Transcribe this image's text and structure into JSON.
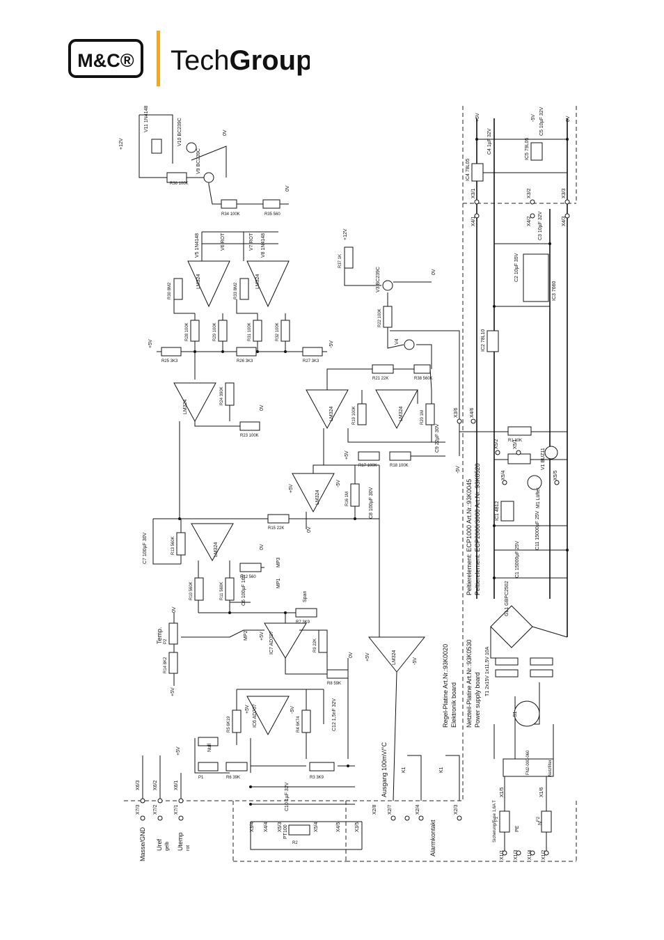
{
  "logo": {
    "brand_mark": "M&C®",
    "tech": "Tech",
    "group": "Group",
    "accent_color": "#f5a623"
  },
  "diagram": {
    "title_block": {
      "line1": "Regel-Platine   Art.Nr.:93K0020",
      "line2": "Elektronik board",
      "line3": "Netzteil-Platine  Art.Nr.:93K0530",
      "line4": "Power supply board",
      "line5": "Peltierelement: ECP1000  Art.Nr.:93K0045",
      "line6": "Peltierelement: ECP2000/3000  Art.Nr.:93K0520"
    },
    "terminals": {
      "masse": "Masse/GND",
      "uref": "Uref",
      "uref_color": "gelb",
      "utemp": "Utemp",
      "utemp_color": "rot",
      "alarm": "Alarmkontakt",
      "ausgang": "Ausgang  100mV/°C",
      "temp": "Temp.",
      "fuse": "Sicherung/Fuse 1,6A T",
      "netzfilter": "Netzfilter",
      "netzfilter_part": "FN2-000-060"
    },
    "connectors": {
      "x7_3": "X7/3",
      "x7_2": "X7/2",
      "x7_1": "X7/1",
      "x6_3": "X6/3",
      "x6_2": "X6/2",
      "x6_1": "X6/1",
      "x3_4": "X3/4",
      "x4_4": "X4/4",
      "x5_3": "X5/3",
      "x5_4": "X5/4",
      "x4_5": "X4/5",
      "x3_5": "X3/5",
      "x2_8": "X2/8",
      "x2_7": "X2/7",
      "x2_4": "X2/4",
      "x2_3": "X2/3",
      "x1_1": "X1/1",
      "x1_3": "X1/3",
      "x1_4": "X1/4",
      "x1_2": "X1/2",
      "x1_5": "X1/5",
      "x1_6": "X1/6",
      "x3_1": "X3/1",
      "x4_1": "X4/1",
      "x3_2": "X3/2",
      "x4_2": "X4/2",
      "x3_3": "X3/3",
      "x4_3": "X4/3",
      "x3_6": "X3/6",
      "x4_6": "X4/6",
      "x5_1": "X5/1",
      "x5_2": "X5/2",
      "x5_4b": "X5/4",
      "x5_5": "X5/5"
    },
    "components": {
      "ic1": "IC1 4812",
      "ic2": "IC2 78L10",
      "ic3": "IC3 7660",
      "ic4": "IC4 78L05",
      "ic5": "IC5 79L05",
      "ic6": "IC6 AD707",
      "ic7": "IC7 AD707",
      "ic8": "LM324",
      "ic9": "LM324",
      "c1": "C1 15000µF 25V",
      "c11": "C11 15000µF 25V",
      "c2": "C2 10µF 35V",
      "c3": "C3 10µF 32V",
      "c4": "C4 1µF 32V",
      "c5": "C5 10µF 32V",
      "c6": "C6 100µF 16V",
      "c7": "C7 100µF 30V",
      "c8": "C8 100µF 30V",
      "c9": "C9 22µF 30V",
      "c10": "C10 1µF 32V",
      "c12": "C12 1,5nF 32V",
      "gl1": "GL1 GBPC2502",
      "t1": "T1 2x15V 1x11,5V 10A",
      "s1": "S1",
      "m1": "M1 Lüfter",
      "v1": "V1 BUZ11",
      "v3": "V3 BC239C",
      "v4": "V4",
      "v5": "V5 1N4148",
      "v6": "V6 ROT",
      "v7": "V7 ROT",
      "v8": "V8 1N4148",
      "v9": "V9 BC239C",
      "v10": "V10 BC239C",
      "v11": "V11 1N4148",
      "k1": "K1",
      "p1": "P1",
      "p2": "P2",
      "f1": "F1",
      "f2": "F2",
      "r1": "R1 10K",
      "r2": "R2",
      "r3": "R3 3K9",
      "r4": "R4 6K74",
      "r5": "R5 6K19",
      "r6": "R6 39K",
      "r7": "R7 3K9",
      "r8": "R8 59K",
      "r9": "R9 22K",
      "r10": "R10 560K",
      "r11": "R11 560K",
      "r12": "R12 560",
      "r13": "R13 560K",
      "r14": "R14 8K2",
      "r15": "R15 22K",
      "r16": "R16 1M",
      "r17": "R17 100K",
      "r18": "R18 100K",
      "r19": "R19 100K",
      "r20": "R20 1M",
      "r21": "R21 22K",
      "r22": "R22 100K",
      "r23": "R23 100K",
      "r24": "R24 390K",
      "r25": "R25 3K3",
      "r26": "R26 3K3",
      "r27": "R27 3K3",
      "r28": "R28 100K",
      "r29": "R29 100K",
      "r30": "R30 8M2",
      "r31": "R31 100K",
      "r32": "R32 100K",
      "r33": "R33 8M2",
      "r34": "R34 100K",
      "r35": "R35 560",
      "r36": "R36 100K",
      "r37": "R37 1K",
      "r38": "R38 560K",
      "pt100": "PT100",
      "mp1": "MP1",
      "mp2": "MP2",
      "mp3": "MP3",
      "span": "Span",
      "null": "Null",
      "rail_p12": "+12V",
      "rail_p5": "+5V",
      "rail_m5": "-5V",
      "rail_0": "0V",
      "pe": "PE",
      "n": "N",
      "l": "L"
    }
  }
}
